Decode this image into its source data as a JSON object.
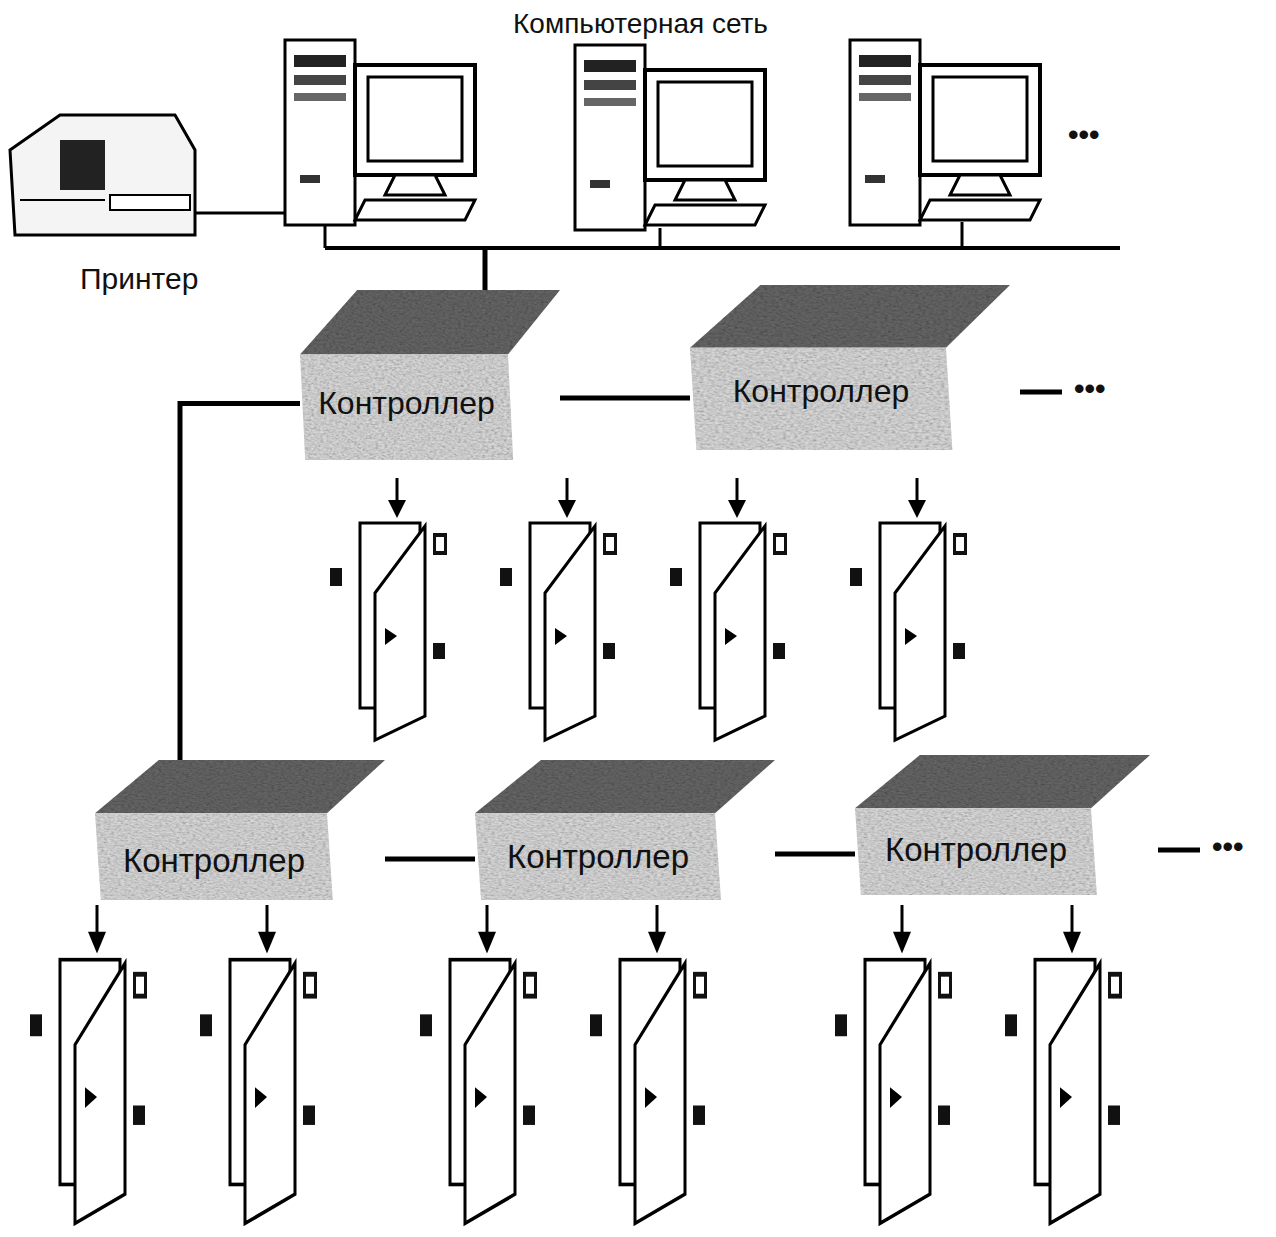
{
  "diagram": {
    "title": "Компьютерная сеть",
    "nodes": [
      {
        "text": [
          "Контроллер"
        ]
      },
      {
        "text": [
          "Контроллер"
        ]
      },
      {
        "text": [
          "Контроллер"
        ]
      },
      {
        "text": [
          "Контроллер"
        ]
      },
      {
        "text": [
          "Контроллер"
        ]
      }
    ],
    "edges": [
      {
        "from": 0,
        "to": 1,
        "arrow": "none"
      },
      {
        "from": 0,
        "to": 2,
        "arrow": "none"
      },
      {
        "from": 2,
        "to": 3,
        "arrow": "none"
      },
      {
        "from": 3,
        "to": 4,
        "arrow": "none"
      }
    ],
    "labels": [
      "Принтер",
      "•••",
      "•••",
      "•••"
    ]
  }
}
